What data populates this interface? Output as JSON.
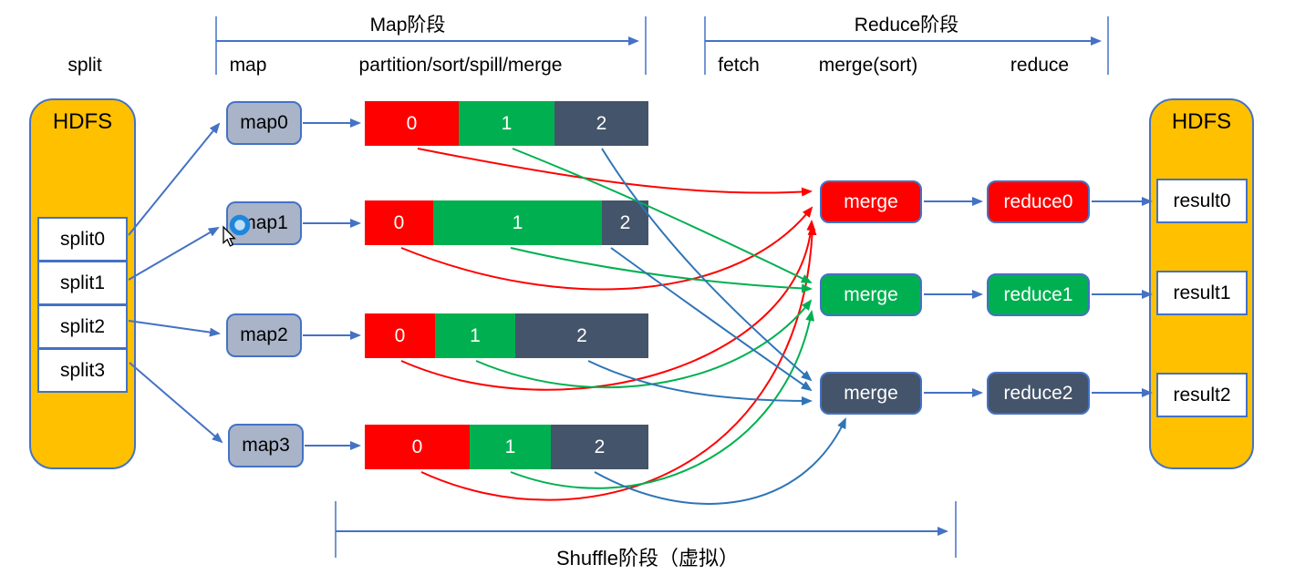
{
  "colors": {
    "red": "#FF0000",
    "green": "#00B050",
    "dark": "#44546A",
    "orange": "#FFC000",
    "blue_border": "#4472C4",
    "arrow_blue": "#4472C4",
    "curve_blue": "#2E75B6",
    "map_fill": "#A9B4C8"
  },
  "headers": {
    "split_label": "split",
    "map_phase": {
      "title": "Map阶段",
      "labels": [
        "map",
        "partition/sort/spill/merge"
      ]
    },
    "reduce_phase": {
      "title": "Reduce阶段",
      "labels": [
        "fetch",
        "merge(sort)",
        "reduce"
      ]
    },
    "shuffle_phase": {
      "title": "Shuffle阶段（虚拟）"
    }
  },
  "hdfs_left": {
    "title": "HDFS",
    "splits": [
      "split0",
      "split1",
      "split2",
      "split3"
    ]
  },
  "maps": [
    "map0",
    "map1",
    "map2",
    "map3"
  ],
  "bars": [
    {
      "segments": [
        {
          "label": "0",
          "color_key": "red",
          "width": 103
        },
        {
          "label": "1",
          "color_key": "green",
          "width": 105
        },
        {
          "label": "2",
          "color_key": "dark",
          "width": 103
        }
      ]
    },
    {
      "segments": [
        {
          "label": "0",
          "color_key": "red",
          "width": 75
        },
        {
          "label": "1",
          "color_key": "green",
          "width": 185
        },
        {
          "label": "2",
          "color_key": "dark",
          "width": 51
        }
      ]
    },
    {
      "segments": [
        {
          "label": "0",
          "color_key": "red",
          "width": 77
        },
        {
          "label": "1",
          "color_key": "green",
          "width": 88
        },
        {
          "label": "2",
          "color_key": "dark",
          "width": 146
        }
      ]
    },
    {
      "segments": [
        {
          "label": "0",
          "color_key": "red",
          "width": 115
        },
        {
          "label": "1",
          "color_key": "green",
          "width": 89
        },
        {
          "label": "2",
          "color_key": "dark",
          "width": 107
        }
      ]
    }
  ],
  "merges": [
    {
      "label": "merge",
      "color_key": "red"
    },
    {
      "label": "merge",
      "color_key": "green"
    },
    {
      "label": "merge",
      "color_key": "dark"
    }
  ],
  "reduces": [
    {
      "label": "reduce0",
      "color_key": "red"
    },
    {
      "label": "reduce1",
      "color_key": "green"
    },
    {
      "label": "reduce2",
      "color_key": "dark"
    }
  ],
  "hdfs_right": {
    "title": "HDFS",
    "results": [
      "result0",
      "result1",
      "result2"
    ]
  }
}
